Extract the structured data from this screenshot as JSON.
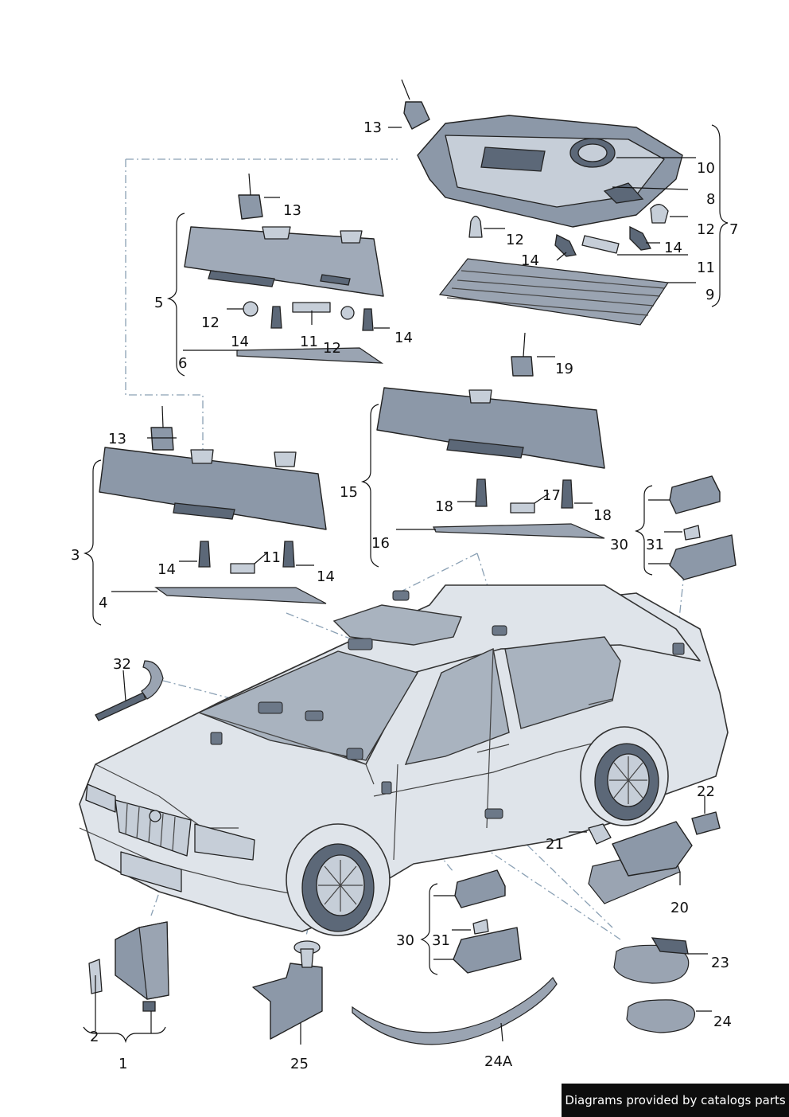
{
  "footer": {
    "credit": "Diagrams provided by catalogs parts"
  },
  "callouts": {
    "c1": "1",
    "c2": "2",
    "c3": "3",
    "c4": "4",
    "c5": "5",
    "c6": "6",
    "c7": "7",
    "c8": "8",
    "c9": "9",
    "c10": "10",
    "c11a": "11",
    "c11b": "11",
    "c11c": "11",
    "c12a": "12",
    "c12b": "12",
    "c12c": "12",
    "c12d": "12",
    "c13a": "13",
    "c13b": "13",
    "c13c": "13",
    "c14a": "14",
    "c14b": "14",
    "c14c": "14",
    "c14d": "14",
    "c14e": "14",
    "c14f": "14",
    "c15": "15",
    "c16": "16",
    "c17": "17",
    "c18a": "18",
    "c18b": "18",
    "c19": "19",
    "c20": "20",
    "c21": "21",
    "c22": "22",
    "c23": "23",
    "c24": "24",
    "c24A": "24A",
    "c25": "25",
    "c30a": "30",
    "c30b": "30",
    "c31a": "31",
    "c31b": "31",
    "c32": "32"
  },
  "colors": {
    "part_fill": "#8c98a8",
    "car_fill": "#dfe4ea",
    "leader": "#111111",
    "dash": "#8aa0b4",
    "footer_bg": "#0d0d0d"
  }
}
